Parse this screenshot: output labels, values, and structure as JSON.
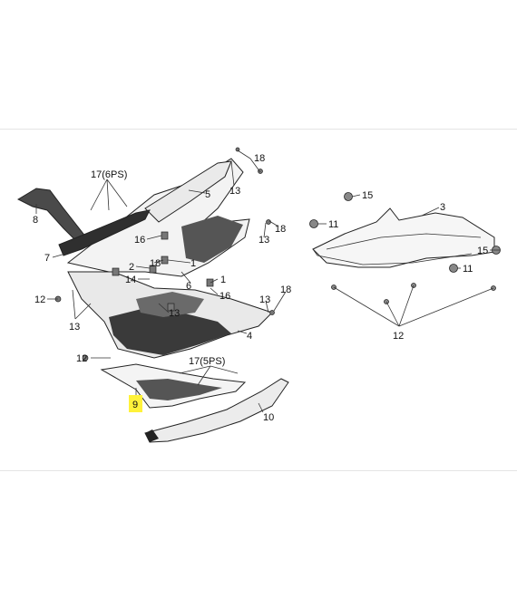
{
  "title": "",
  "colors": {
    "highlight": "#fff23a",
    "outline": "#222222",
    "dark_fill": "#3a3a3a"
  },
  "callouts": {
    "c_17_6ps": "17(6PS)",
    "c_18_top": "18",
    "c_13_top": "13",
    "c_5": "5",
    "c_8": "8",
    "c_16_a": "16",
    "c_7": "7",
    "c_2": "2",
    "c_18_mid": "18",
    "c_14": "14",
    "c_1_a": "1",
    "c_6": "6",
    "c_1_b": "1",
    "c_16_b": "16",
    "c_12_left": "12",
    "c_13_left": "13",
    "c_13_mid": "13",
    "c_13_right": "13",
    "c_18_right": "18",
    "c_13_upper": "13",
    "c_18_upper": "18",
    "c_4": "4",
    "c_12_mid": "12",
    "c_17_5ps": "17(5PS)",
    "c_9": "9",
    "c_10": "10",
    "c_15_top": "15",
    "c_11_top": "11",
    "c_3": "3",
    "c_15_right": "15",
    "c_11_right": "11",
    "c_12_bottom": "12"
  }
}
